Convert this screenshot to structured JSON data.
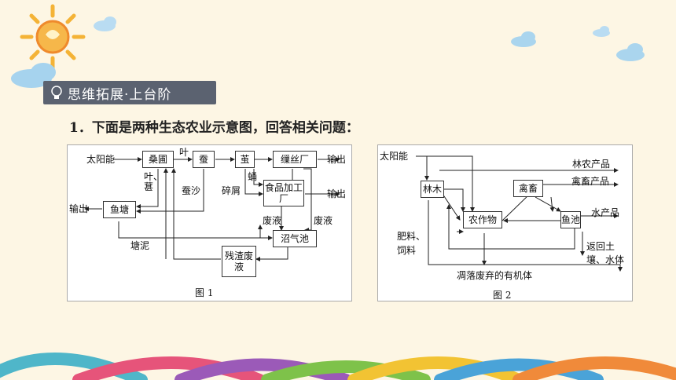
{
  "header": {
    "banner_label": "思维拓展·上台阶",
    "question": "1．下面是两种生态农业示意图，回答相关问题："
  },
  "figure1": {
    "caption": "图 1",
    "nodes": {
      "mulberry": "桑圃",
      "silkworm": "蚕",
      "cocoon": "茧",
      "silk_factory": "缫丝厂",
      "food_factory": "食品加工厂",
      "fish_pond": "鱼塘",
      "biogas": "沼气池",
      "residue": "残渣废液"
    },
    "labels": {
      "sun": "太阳能",
      "leaf": "叶",
      "leaf_shen": "叶、葚",
      "silkworm_sand": "蚕沙",
      "crumbs": "碎屑",
      "pupa": "蛹",
      "output_top": "输出",
      "output_mid": "输出",
      "output_left": "输出",
      "waste_liquid_1": "废液",
      "waste_liquid_2": "废液",
      "pond_mud": "塘泥"
    }
  },
  "figure2": {
    "caption": "图 2",
    "nodes": {
      "forest": "林木",
      "livestock": "禽畜",
      "crops": "农作物",
      "fish_pond": "鱼池"
    },
    "labels": {
      "sun": "太阳能",
      "forest_products": "林农产品",
      "livestock_products": "禽畜产品",
      "aquatic_products": "水产品",
      "fertilizer_feed": "肥料、饲料",
      "return_soil": "返回土壤、水体",
      "litter": "凋落废弃的有机体"
    }
  },
  "colors": {
    "background": "#fdf6e4",
    "banner": "#5b6270"
  }
}
